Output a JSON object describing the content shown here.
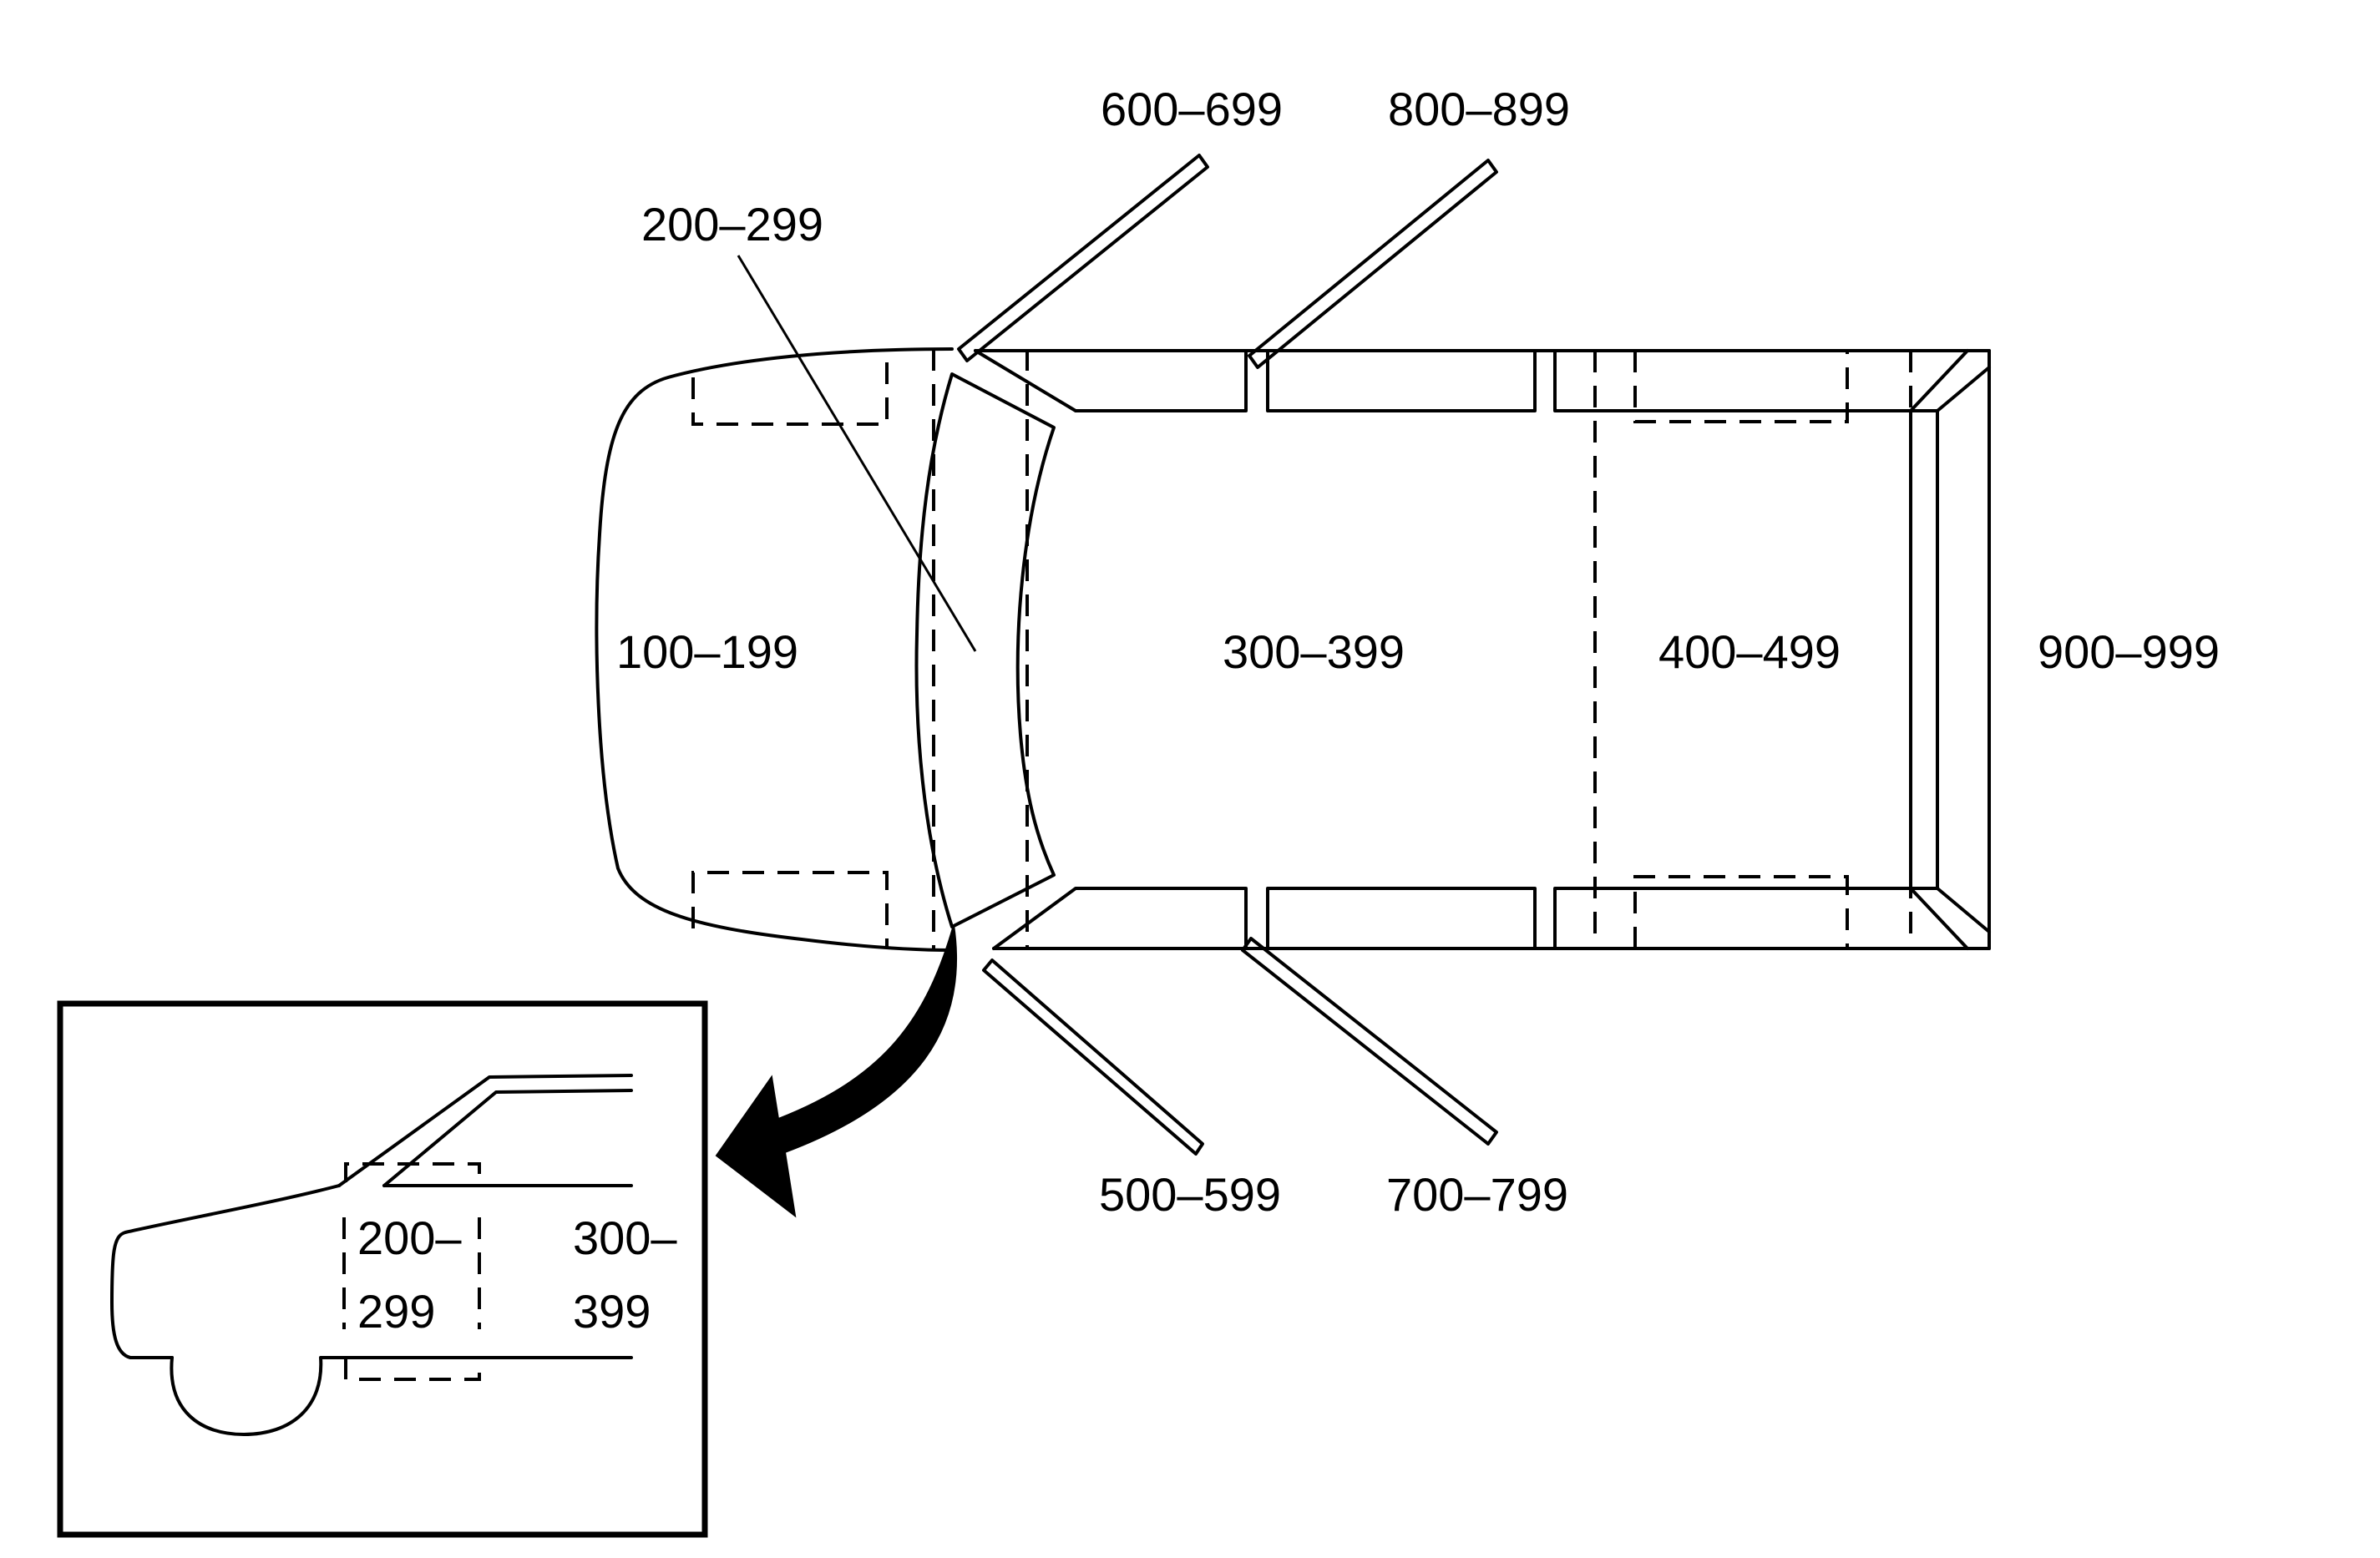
{
  "zones": {
    "front": "100–199",
    "cowl": "200–299",
    "cabin": "300–399",
    "rear_cabin": "400–499",
    "left_front_door": "500–599",
    "right_front_door": "600–699",
    "left_rear_door": "700–799",
    "right_rear_door": "800–899",
    "rear": "900–999"
  },
  "inset": {
    "cowl_line1": "200–",
    "cowl_line2": "299",
    "cabin_line1": "300–",
    "cabin_line2": "399"
  }
}
